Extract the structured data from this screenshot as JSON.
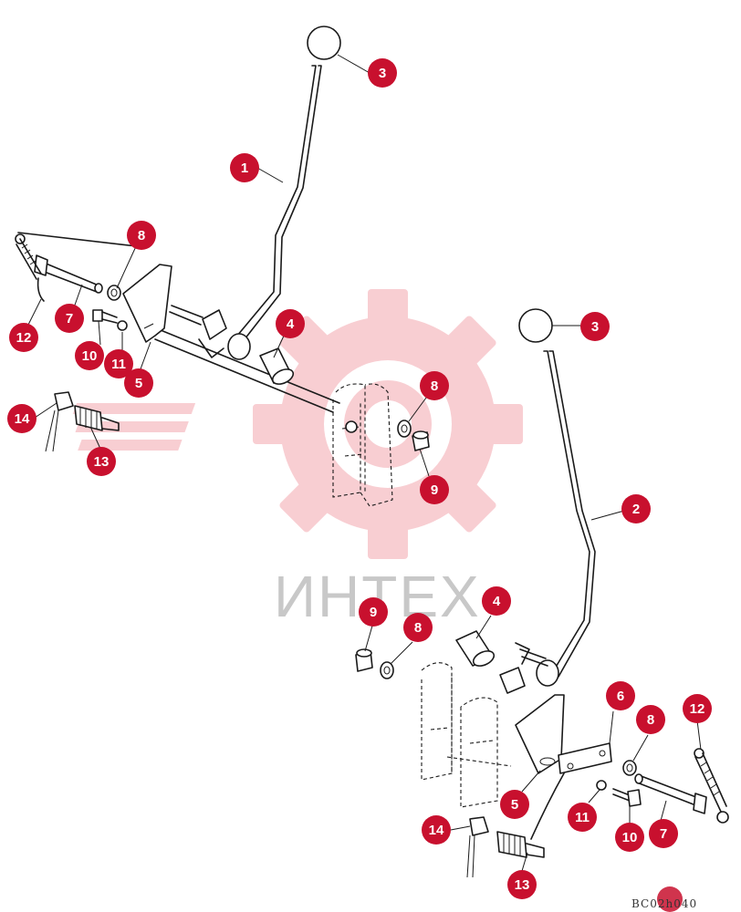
{
  "watermark": {
    "text": "ИНТЕХ",
    "gear_color": "#f0a0a8"
  },
  "callout_color": "#c8102e",
  "drawing_code": "BC02h040",
  "callouts": [
    {
      "label": "3"
    },
    {
      "label": "1"
    },
    {
      "label": "8"
    },
    {
      "label": "7"
    },
    {
      "label": "12"
    },
    {
      "label": "10"
    },
    {
      "label": "11"
    },
    {
      "label": "5"
    },
    {
      "label": "4"
    },
    {
      "label": "8"
    },
    {
      "label": "9"
    },
    {
      "label": "14"
    },
    {
      "label": "13"
    },
    {
      "label": "3"
    },
    {
      "label": "2"
    },
    {
      "label": "4"
    },
    {
      "label": "9"
    },
    {
      "label": "8"
    },
    {
      "label": "6"
    },
    {
      "label": "12"
    },
    {
      "label": "8"
    },
    {
      "label": "5"
    },
    {
      "label": "11"
    },
    {
      "label": "10"
    },
    {
      "label": "7"
    },
    {
      "label": "14"
    },
    {
      "label": "13"
    }
  ]
}
